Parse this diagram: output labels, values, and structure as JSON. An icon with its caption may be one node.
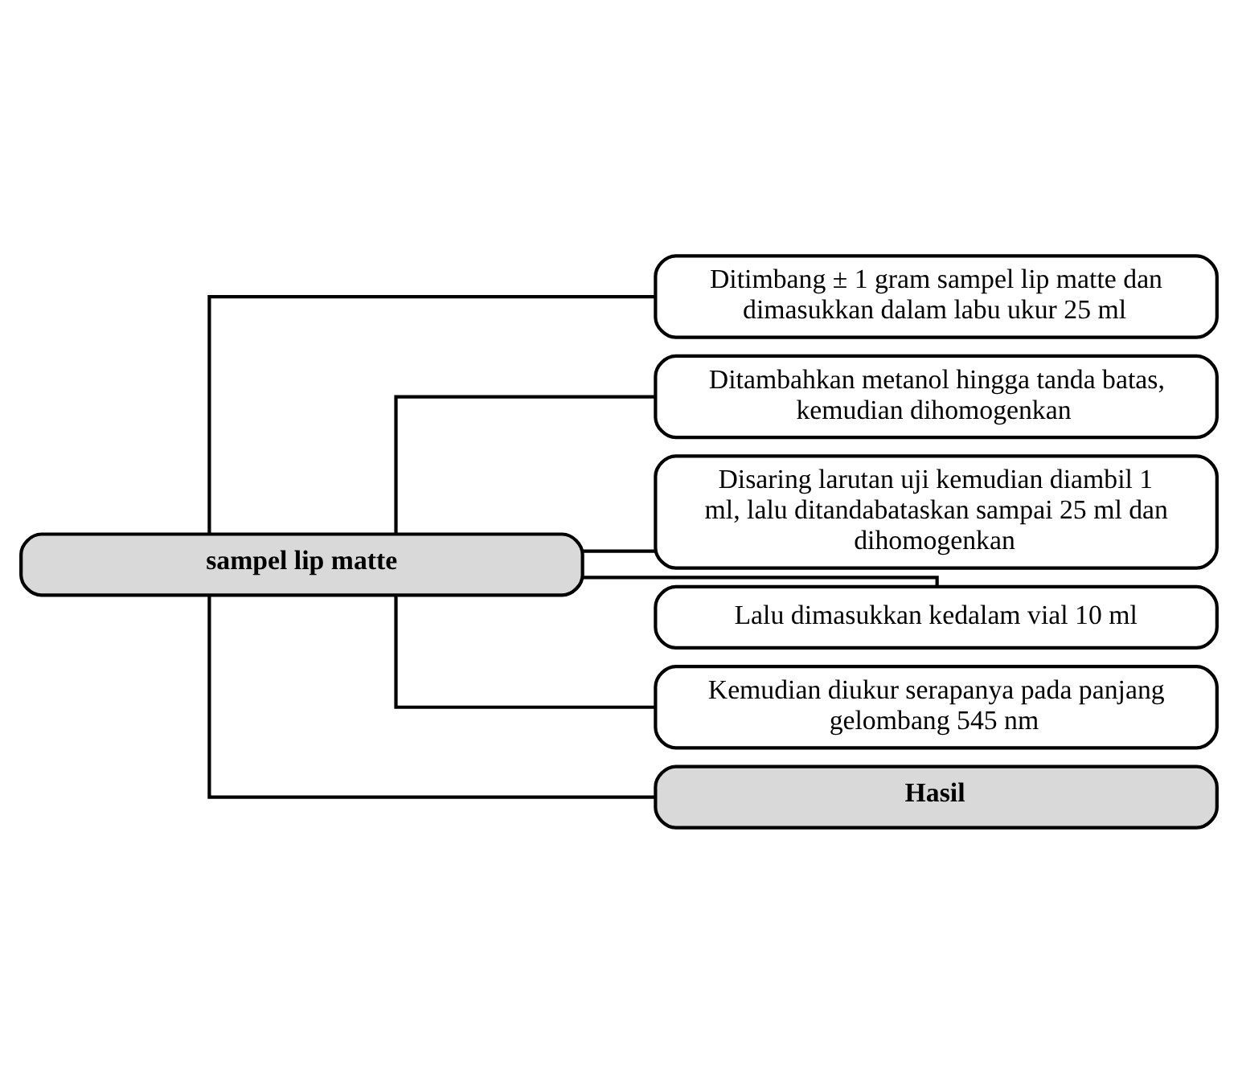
{
  "diagram": {
    "nodes": [
      {
        "text": [
          "sampel lip matte"
        ]
      },
      {
        "text": [
          "Ditimbang ± 1 gram sampel lip matte dan dimasukkan dalam labu ukur 25 ml"
        ]
      },
      {
        "text": [
          "Ditambahkan metanol hingga tanda batas, kemudian dihomogenkan"
        ]
      },
      {
        "text": [
          "Disaring larutan uji kemudian diambil 1 ml, lalu ditandabataskan sampai 25 ml dan dihomogenkan"
        ]
      },
      {
        "text": [
          "Lalu dimasukkan kedalam vial 10 ml"
        ]
      },
      {
        "text": [
          "Kemudian diukur serapanya pada panjang gelombang 545 nm"
        ]
      },
      {
        "text": [
          "Hasil"
        ]
      }
    ],
    "edges": [
      {
        "from": 0,
        "to": 1,
        "arrow": "none"
      },
      {
        "from": 0,
        "to": 2,
        "arrow": "none"
      },
      {
        "from": 0,
        "to": 3,
        "arrow": "none"
      },
      {
        "from": 0,
        "to": 4,
        "arrow": "none"
      },
      {
        "from": 0,
        "to": 5,
        "arrow": "none"
      },
      {
        "from": 0,
        "to": 6,
        "arrow": "none"
      }
    ]
  }
}
